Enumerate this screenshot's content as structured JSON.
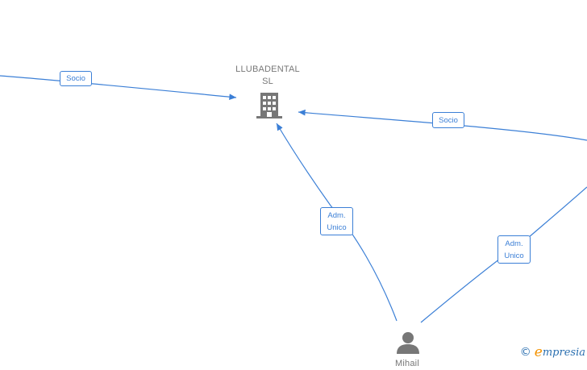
{
  "nodes": {
    "company": {
      "name_line1": "LLUBADENTAL",
      "name_line2": "SL",
      "icon": "building-icon"
    },
    "person": {
      "name": "Mihail",
      "icon": "person-icon"
    }
  },
  "edges": [
    {
      "id": "edge-socio-left",
      "label": [
        "Socio"
      ],
      "from": "offscreen-left",
      "to": "company"
    },
    {
      "id": "edge-socio-right",
      "label": [
        "Socio"
      ],
      "from": "offscreen-right",
      "to": "company"
    },
    {
      "id": "edge-adm-unico-company",
      "label": [
        "Adm.",
        "Unico"
      ],
      "from": "person",
      "to": "company"
    },
    {
      "id": "edge-adm-unico-right",
      "label": [
        "Adm.",
        "Unico"
      ],
      "from": "person",
      "to": "offscreen-right"
    }
  ],
  "colors": {
    "edge": "#3b7fd6",
    "node_icon": "#777777",
    "brand_accent": "#f39200",
    "brand": "#2a6fb0"
  },
  "brand": {
    "copyright": "©",
    "initial": "e",
    "rest": "mpresia"
  }
}
